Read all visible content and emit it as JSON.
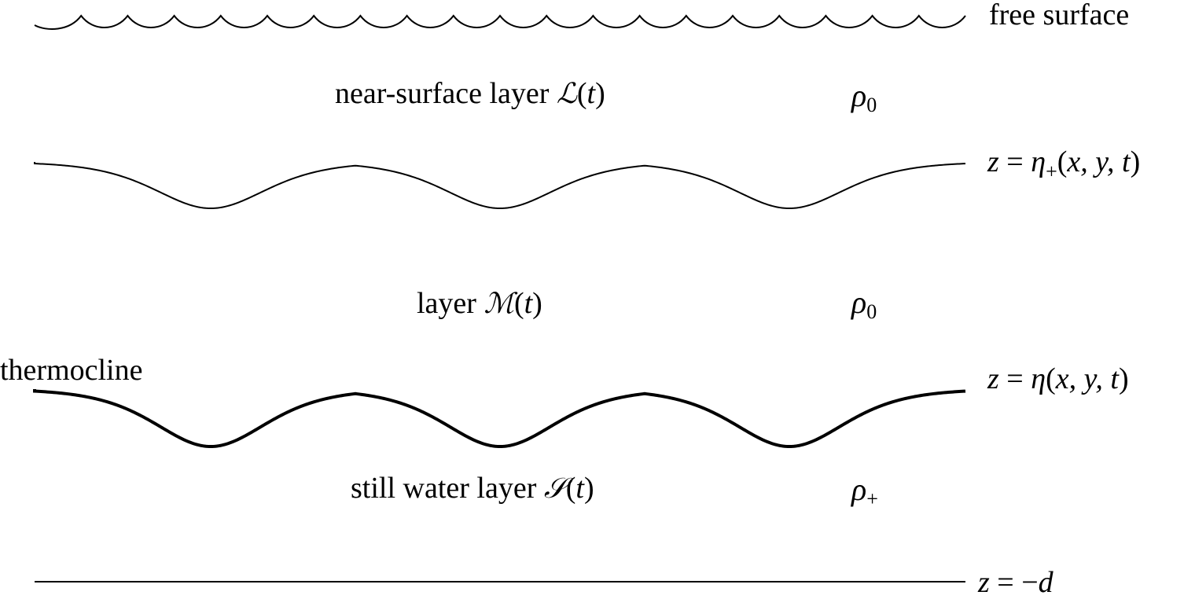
{
  "labels": {
    "free_surface": "free surface",
    "thermocline": "thermocline"
  },
  "layers": {
    "near_surface": {
      "prefix": "near-surface layer ",
      "symbol": "ℒ",
      "arg": "t",
      "density_symbol": "ρ",
      "density_sub": "0"
    },
    "middle": {
      "prefix": "layer ",
      "symbol": "ℳ",
      "arg": "t",
      "density_symbol": "ρ",
      "density_sub": "0"
    },
    "still_water": {
      "prefix": "still water layer ",
      "symbol": "𝒮",
      "arg": "t",
      "density_symbol": "ρ",
      "density_sub": "+"
    }
  },
  "interfaces": {
    "upper": {
      "lhs": "z",
      "eq": " = ",
      "func": "η",
      "func_sub": "+",
      "args": "x, y, t"
    },
    "thermocline": {
      "lhs": "z",
      "eq": " = ",
      "func": "η",
      "args": "x, y, t"
    },
    "bottom": {
      "lhs": "z",
      "eq": " = −",
      "rhs": "d"
    }
  }
}
